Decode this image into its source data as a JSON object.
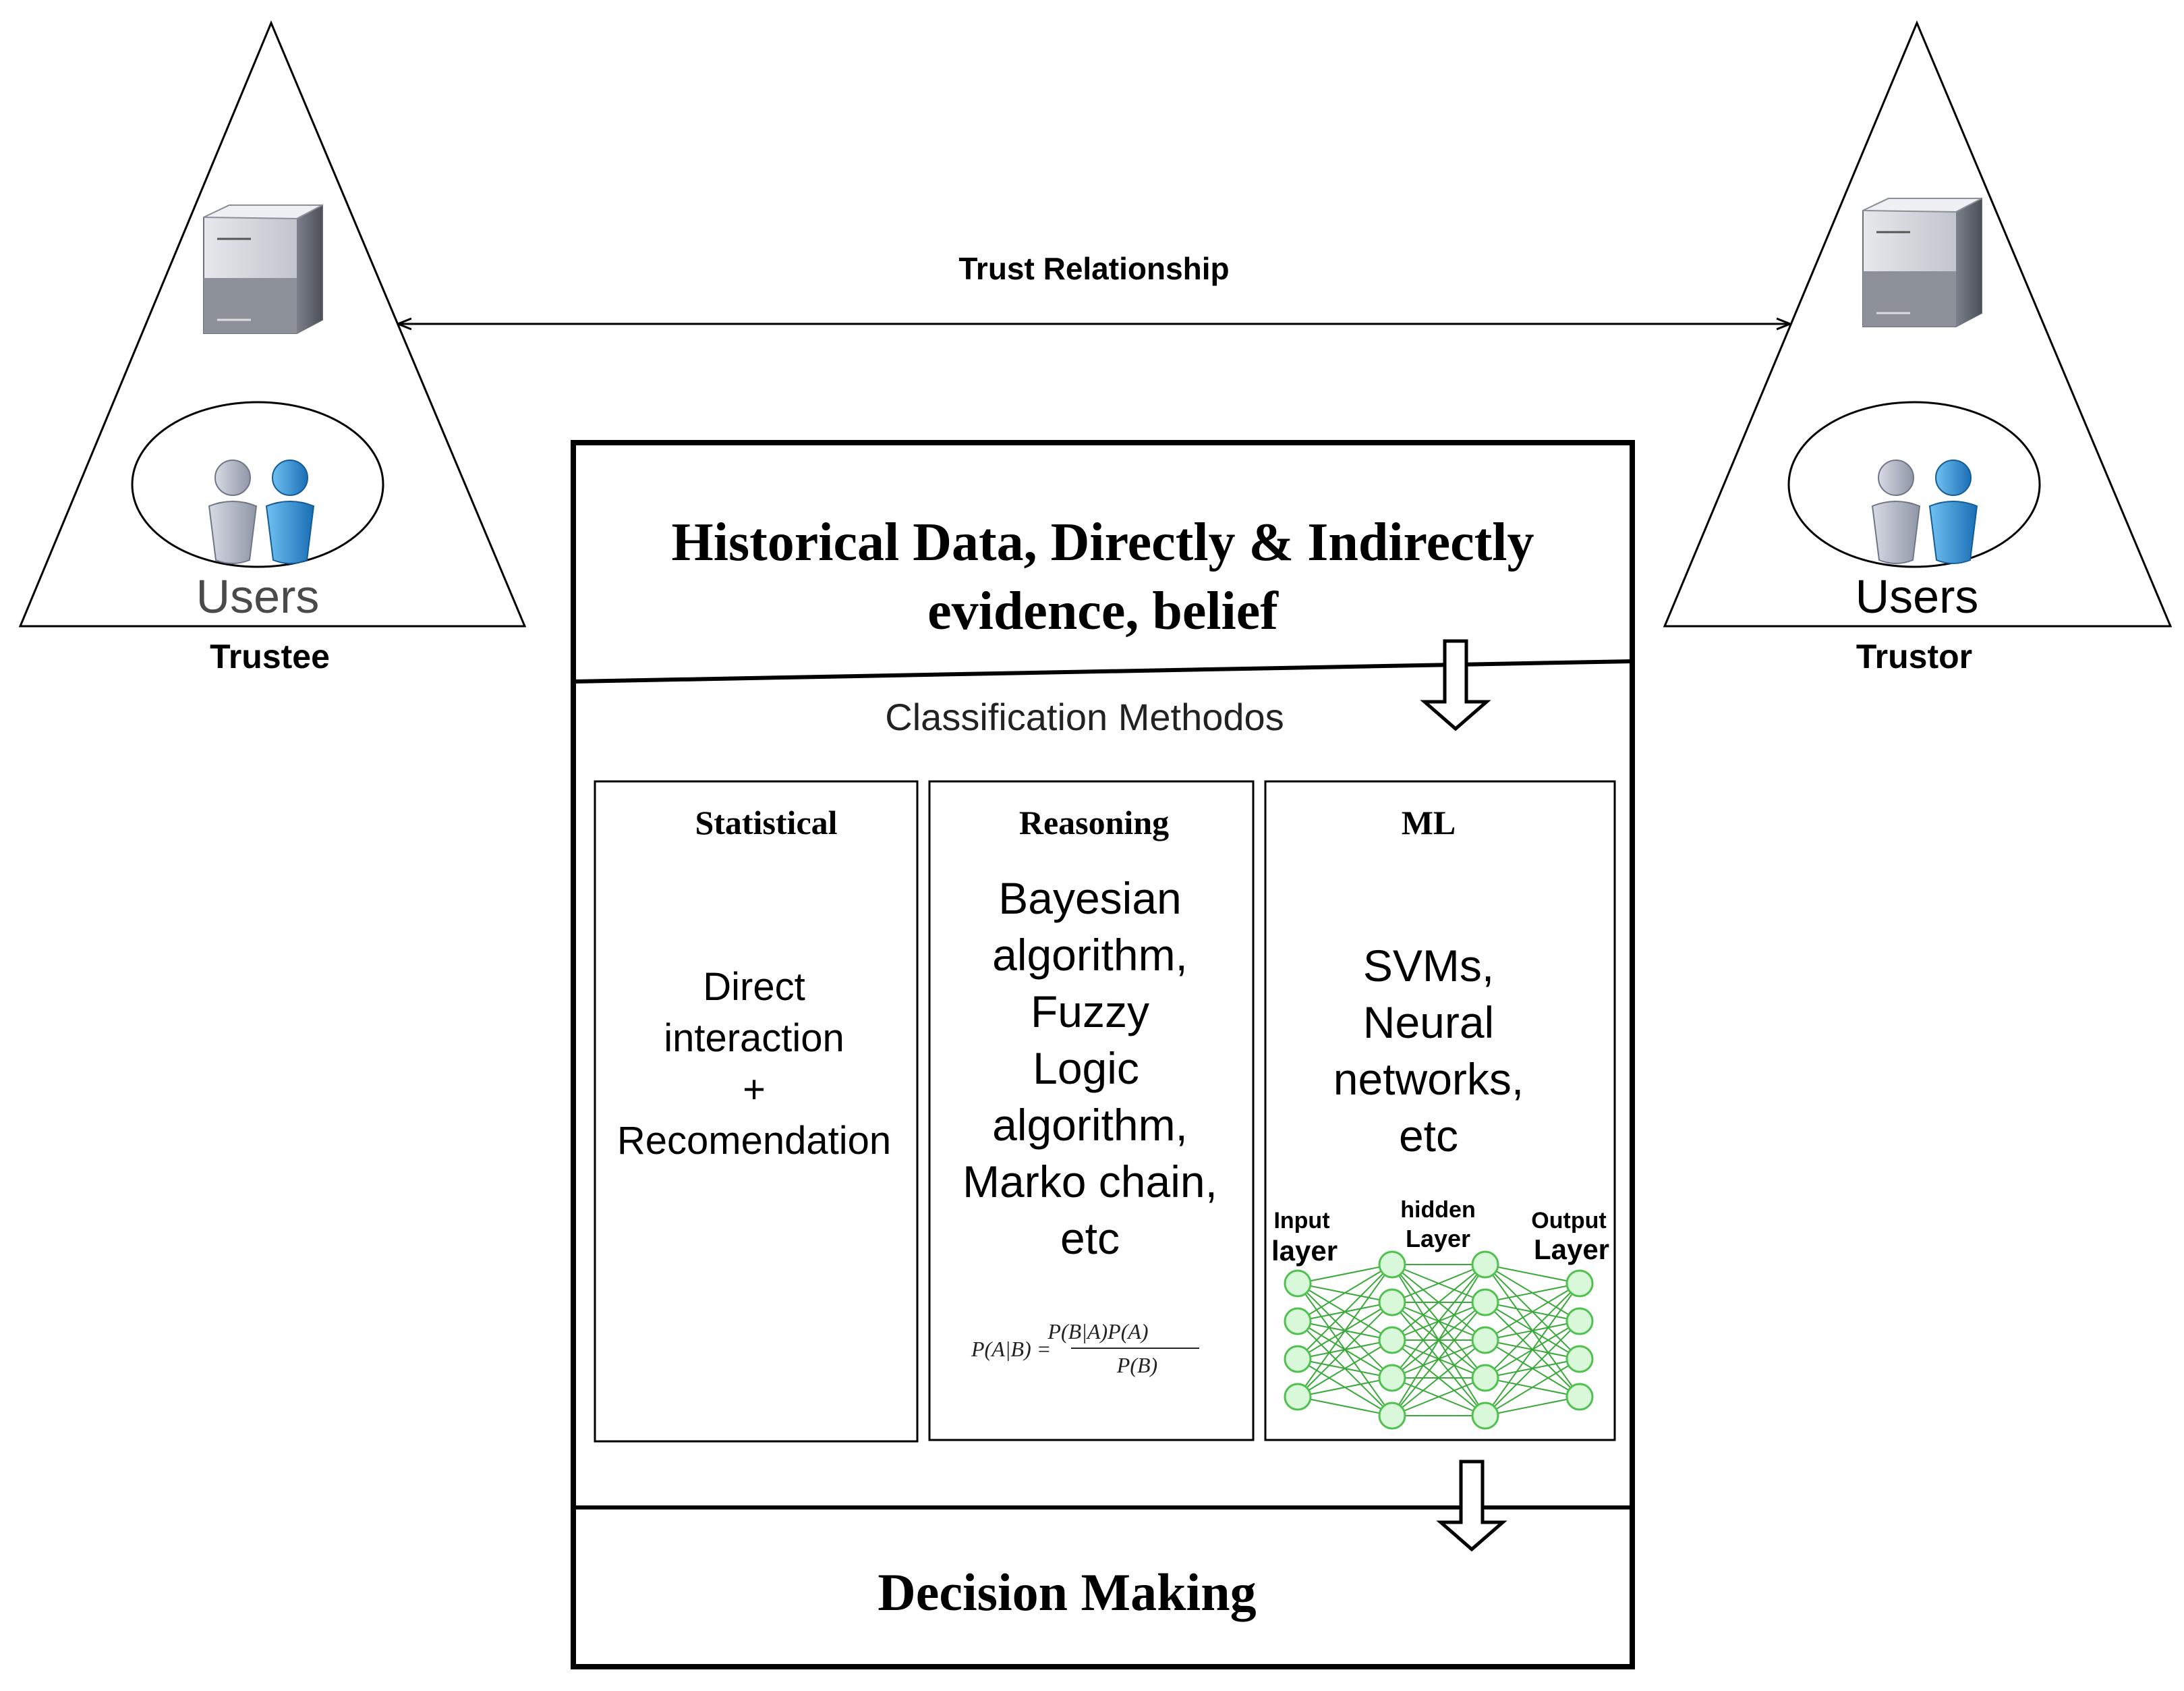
{
  "trust_label": "Trust Relationship",
  "left_party": {
    "users_label": "Users",
    "role_label": "Trustee"
  },
  "right_party": {
    "users_label": "Users",
    "role_label": "Trustor"
  },
  "main": {
    "header_line1": "Historical Data, Directly & Indirectly",
    "header_line2": "evidence, belief",
    "classification_title": "Classification Methodos",
    "footer": "Decision Making"
  },
  "columns": {
    "statistical": {
      "title": "Statistical",
      "lines": [
        "Direct",
        "interaction",
        "+",
        "Recomendation"
      ]
    },
    "reasoning": {
      "title": "Reasoning",
      "lines": [
        "Bayesian",
        "algorithm,",
        "Fuzzy",
        "Logic",
        "algorithm,",
        "Marko chain,",
        "etc"
      ],
      "formula": "P(A|B) = P(B|A)P(A) / P(B)",
      "formula_lhs": "P(A|B) =",
      "formula_num": "P(B|A)P(A)",
      "formula_den": "P(B)"
    },
    "ml": {
      "title": "ML",
      "lines": [
        "SVMs,",
        "Neural",
        "networks,",
        "etc"
      ],
      "nn_input_label_1": "Input",
      "nn_input_label_2": "layer",
      "nn_hidden_label_1": "hidden",
      "nn_hidden_label_2": "Layer",
      "nn_output_label_1": "Output",
      "nn_output_label_2": "Layer"
    }
  },
  "colors": {
    "stroke": "#000000",
    "users_text": "#4a4a4a",
    "nn_node_fill": "#d9f7d9",
    "nn_node_stroke": "#4fc14f",
    "nn_edge": "#3aa83a",
    "server_light": "#c9ccd3",
    "server_dark": "#5f646e",
    "person_gray": "#a9afbd",
    "person_blue": "#2d8fd6"
  },
  "icons": [
    "server-icon",
    "users-icon",
    "arrow-down-icon",
    "double-arrow-icon"
  ]
}
